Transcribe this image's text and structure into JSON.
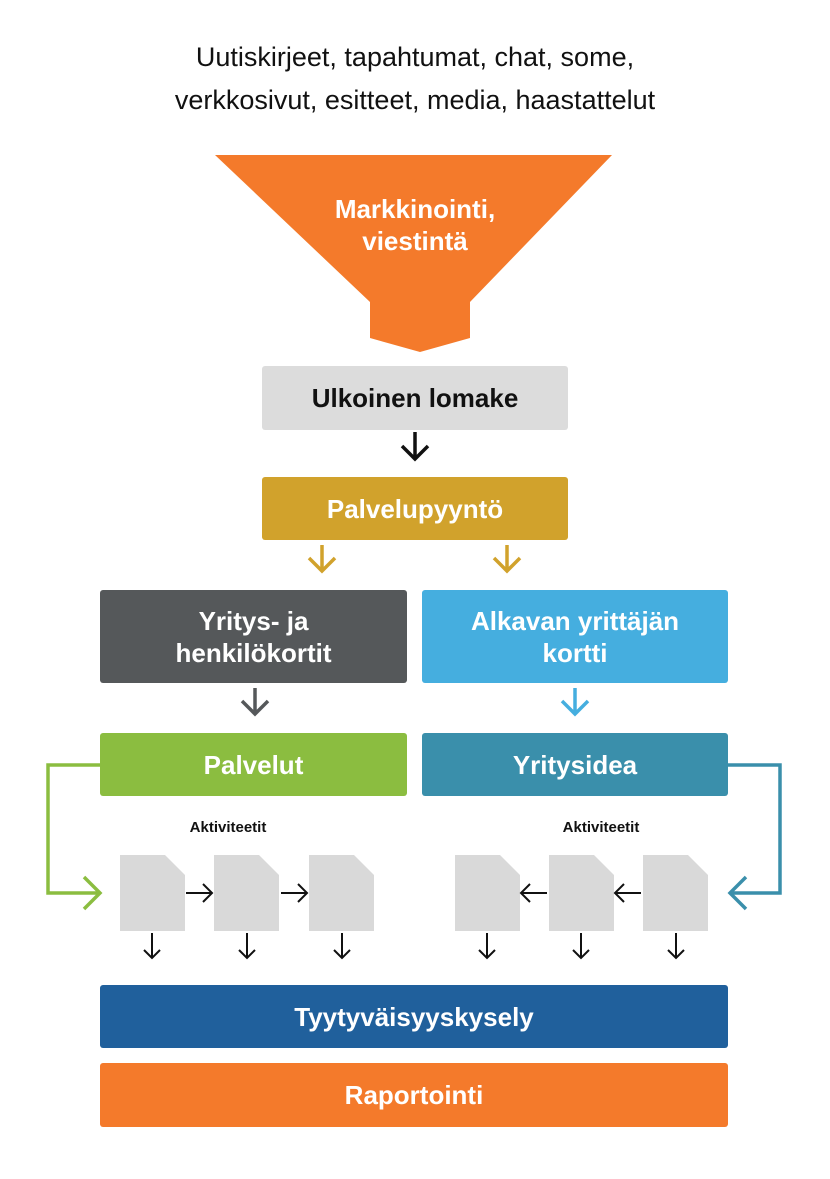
{
  "header": {
    "line1": "Uutiskirjeet, tapahtumat, chat, some,",
    "line2": "verkkosivut, esitteet, media, haastattelut"
  },
  "funnel": {
    "line1": "Markkinointi,",
    "line2": "viestintä",
    "color": "#f47a2b"
  },
  "external_form": "Ulkoinen lomake",
  "service_request": "Palvelupyyntö",
  "company_cards": {
    "line1": "Yritys- ja",
    "line2": "henkilökortit"
  },
  "startup_card": {
    "line1": "Alkavan yrittäjän",
    "line2": "kortti"
  },
  "services": "Palvelut",
  "business_idea": "Yritysidea",
  "activities_left": "Aktiviteetit",
  "activities_right": "Aktiviteetit",
  "survey": "Tyytyväisyyskysely",
  "reporting": "Raportointi",
  "colors": {
    "gray": "#dcdcdc",
    "gold": "#d1a22c",
    "dark": "#55585a",
    "lightblue": "#45aedf",
    "green": "#8bbd40",
    "teal": "#3a8fab",
    "navy": "#20609c",
    "orange": "#f47a2b"
  }
}
